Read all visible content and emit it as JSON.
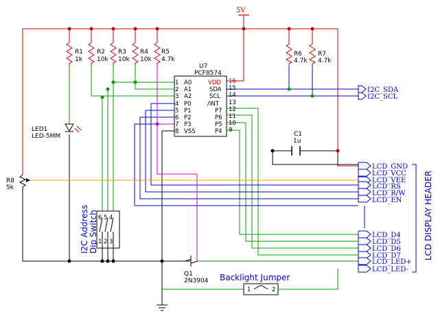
{
  "power": {
    "vcc": "5V"
  },
  "parts": {
    "r1": {
      "ref": "R1",
      "value": "1k"
    },
    "r2": {
      "ref": "R2",
      "value": "10k"
    },
    "r3": {
      "ref": "R3",
      "value": "10k"
    },
    "r4": {
      "ref": "R4",
      "value": "10k"
    },
    "r5": {
      "ref": "R5",
      "value": "4.7k"
    },
    "r6": {
      "ref": "R6",
      "value": "4.7k"
    },
    "r7": {
      "ref": "R7",
      "value": "4.7k"
    },
    "r8": {
      "ref": "R8",
      "value": "5k"
    },
    "u7": {
      "ref": "U7",
      "value": "PCF8574"
    },
    "c1": {
      "ref": "C1",
      "value": "1u"
    },
    "led1": {
      "ref": "LED1",
      "value": "LED-5MM"
    },
    "q1": {
      "ref": "Q1",
      "value": "2N3904"
    }
  },
  "ic_pins": {
    "left": [
      {
        "num": "1",
        "name": "A0"
      },
      {
        "num": "2",
        "name": "A1"
      },
      {
        "num": "3",
        "name": "A2"
      },
      {
        "num": "4",
        "name": "P0"
      },
      {
        "num": "5",
        "name": "P1"
      },
      {
        "num": "6",
        "name": "P2"
      },
      {
        "num": "7",
        "name": "P3"
      },
      {
        "num": "8",
        "name": "VSS"
      }
    ],
    "right": [
      {
        "num": "16",
        "name": "VDD"
      },
      {
        "num": "15",
        "name": "SDA"
      },
      {
        "num": "14",
        "name": "SCL"
      },
      {
        "num": "13",
        "name": "/INT"
      },
      {
        "num": "12",
        "name": "P7"
      },
      {
        "num": "11",
        "name": "P6"
      },
      {
        "num": "10",
        "name": "P5"
      },
      {
        "num": "9",
        "name": "P4"
      }
    ]
  },
  "i2c": [
    "I2C_SDA",
    "I2C_SCL"
  ],
  "lcd_header": [
    "LCD_GND",
    "LCD_VCC",
    "LCD_VEE",
    "LCD_RS",
    "LCD_R/W",
    "LCD_EN",
    "LCD_D4",
    "LCD_D5",
    "LCD_D6",
    "LCD_D7",
    "LCD_LED+",
    "LCD_LED-"
  ],
  "lcd_title": "LCD DISPLAY HEADER",
  "dip": {
    "title_line1": "I2C Address",
    "title_line2": "Dip Switch",
    "pins_top": [
      "6",
      "5",
      "4"
    ],
    "pins_bottom": [
      "1",
      "2",
      "3"
    ]
  },
  "jumper": {
    "title": "Backlight Jumper",
    "pin1": "1",
    "pin2": "2"
  },
  "colors": {
    "power": "#cc0000",
    "ground": "#000000",
    "green_net": "#00a000",
    "blue_net": "#0000cc",
    "magenta_net": "#cc00cc",
    "vee_net": "#ff9900"
  }
}
